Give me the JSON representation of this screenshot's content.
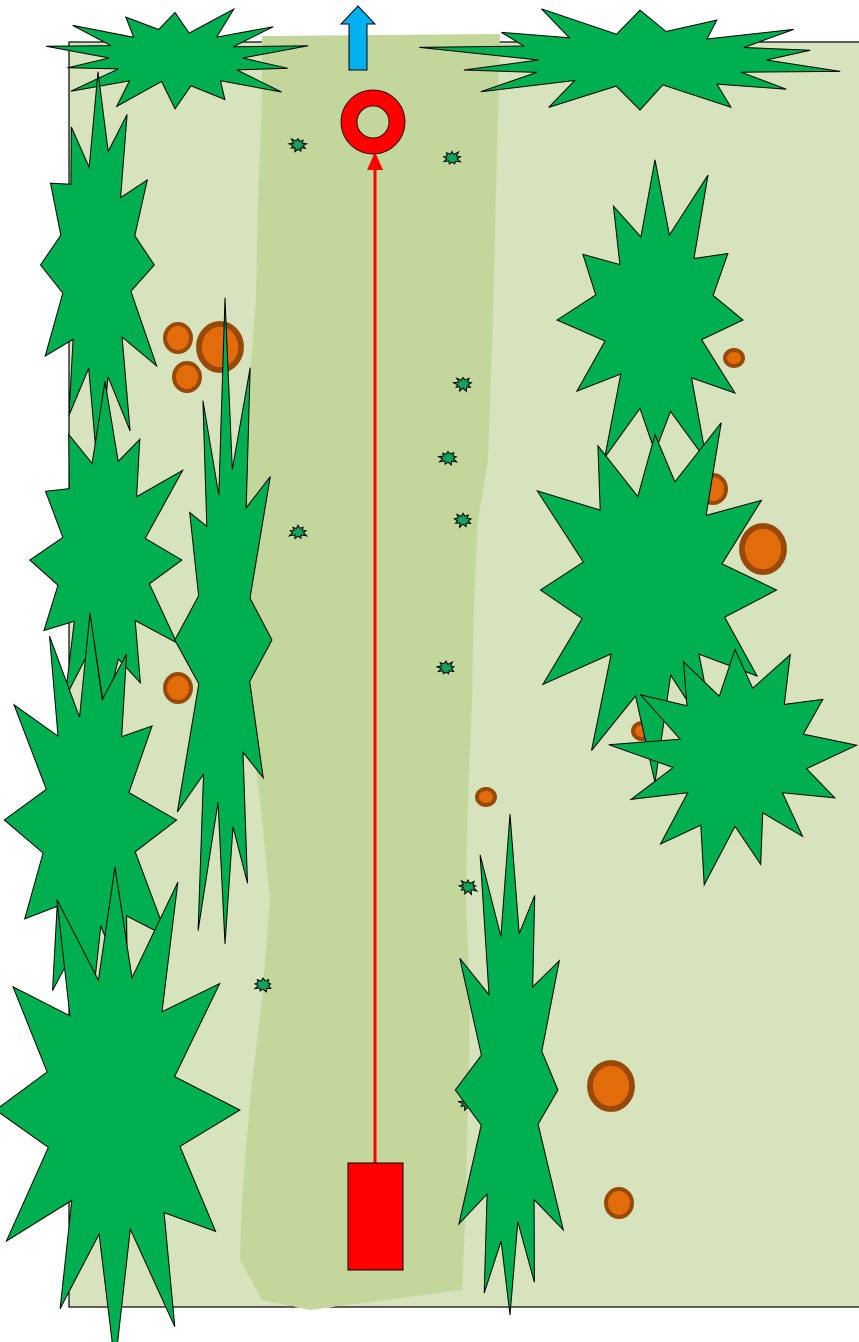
{
  "colors": {
    "field": "#d7e3bd",
    "fairway": "#c3d69b",
    "tree": "#00b050",
    "shrub": "#13a35a",
    "rock_fill": "#e36c0a",
    "rock_rim": "#984807",
    "route": "#ff0000",
    "tee": "#ff0000",
    "target": "#ff0000",
    "arrow": "#00b0f0",
    "outline": "#000000"
  },
  "icons": {
    "tee": "red-rectangle",
    "target": "red-ring",
    "exit": "blue-up-arrow",
    "tree": "green-starburst",
    "shrub": "small-green-starburst",
    "rock": "brown-ellipse"
  }
}
